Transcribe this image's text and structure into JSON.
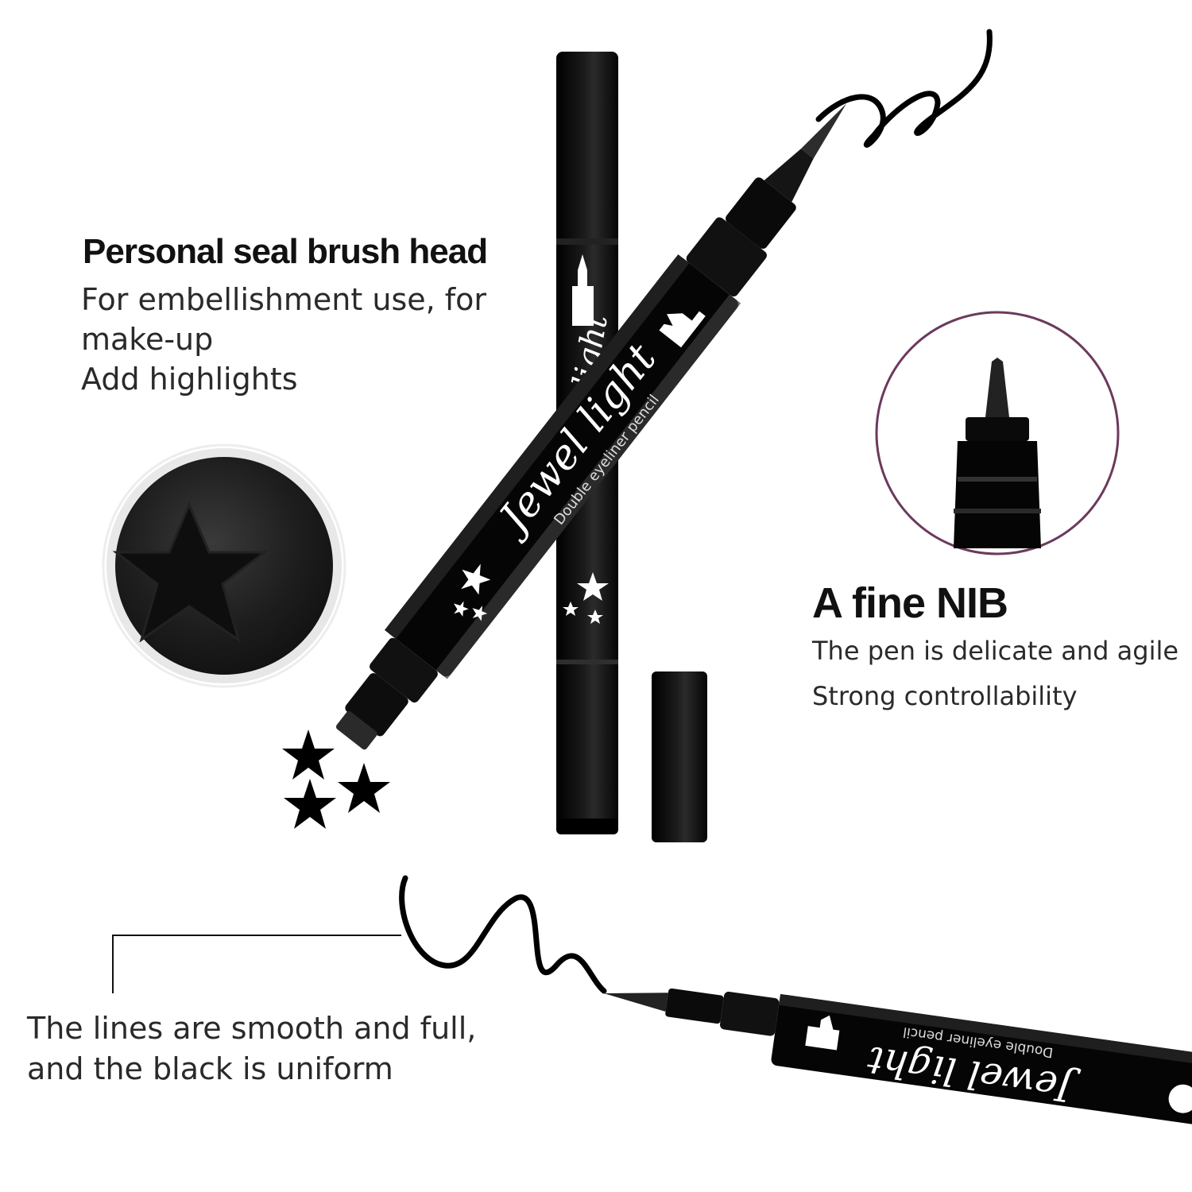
{
  "features": {
    "seal": {
      "title": "Personal seal brush head",
      "lines": [
        "For embellishment use, for",
        "make-up",
        "Add highlights"
      ]
    },
    "nib": {
      "title": "A fine NIB",
      "lines": [
        "The pen is delicate and agile",
        "Strong controllability"
      ]
    },
    "lines": {
      "lines": [
        "The lines are smooth and full,",
        "and the black is uniform"
      ]
    }
  },
  "product": {
    "brand": "Jewel light",
    "brand_partial": "light",
    "subtitle": "Double eyeliner pencil"
  },
  "colors": {
    "accent_ring": "#6b3a5c",
    "pen_body": "#0a0a0a",
    "ink": "#000000"
  }
}
